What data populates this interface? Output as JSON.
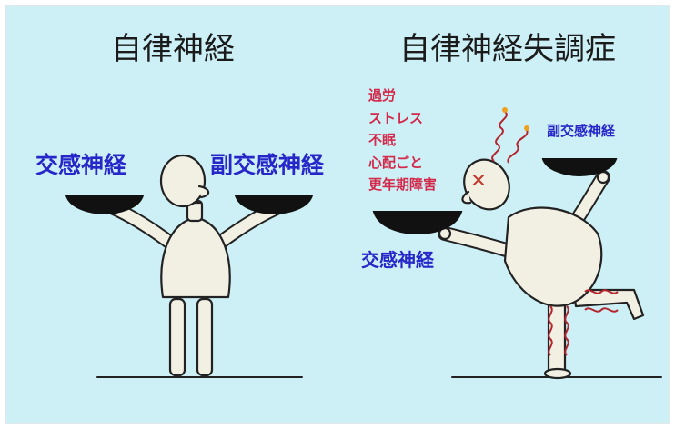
{
  "left_panel": {
    "title": "自律神経",
    "sympathetic_label": "交感神経",
    "parasympathetic_label": "副交感神経"
  },
  "right_panel": {
    "title": "自律神経失調症",
    "causes": [
      "過労",
      "ストレス",
      "不眠",
      "心配ごと",
      "更年期障害"
    ],
    "sympathetic_label": "交感神経",
    "parasympathetic_label": "副交感神経"
  },
  "colors": {
    "background": "#cdf0f7",
    "label_blue": "#2626c9",
    "cause_red": "#d3294a",
    "figure_fill": "#f2efe3",
    "outline": "#222222"
  }
}
